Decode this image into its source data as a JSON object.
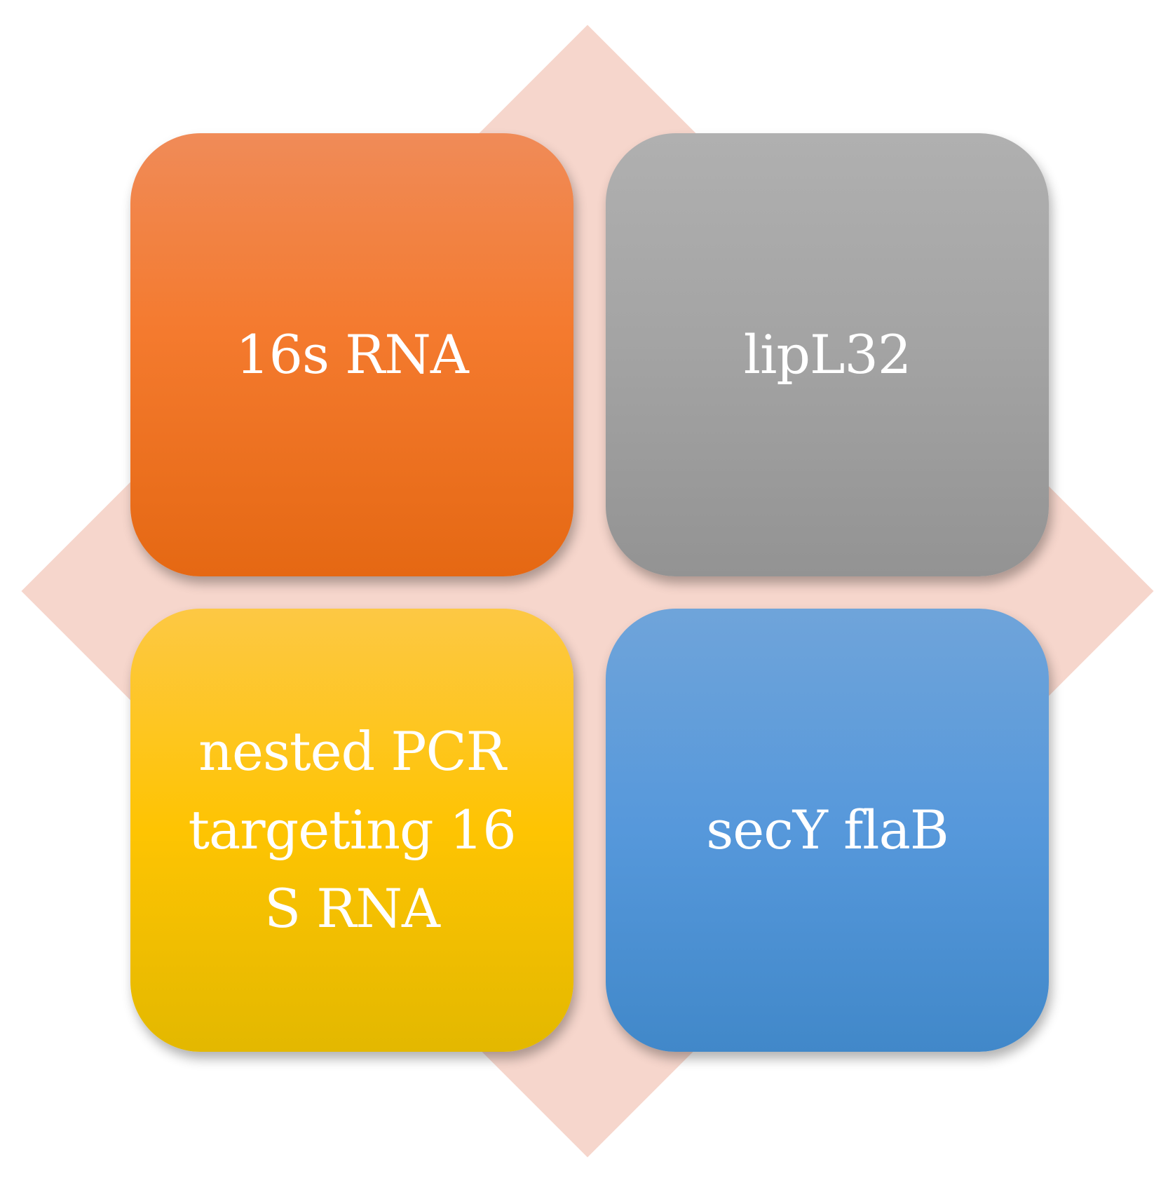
{
  "diagram": {
    "background_shape": "diamond",
    "colors": {
      "diamond": "#f6d6cc",
      "top_left": "#f47a2e",
      "top_right": "#a3a3a3",
      "bottom_left": "#fec402",
      "bottom_right": "#5698db",
      "label_text": "#ffffff"
    },
    "tiles": [
      {
        "position": "top-left",
        "label": "16s RNA"
      },
      {
        "position": "top-right",
        "label": "lipL32"
      },
      {
        "position": "bottom-left",
        "label": "nested PCR targeting 16 S RNA"
      },
      {
        "position": "bottom-right",
        "label": "secY flaB"
      }
    ]
  }
}
